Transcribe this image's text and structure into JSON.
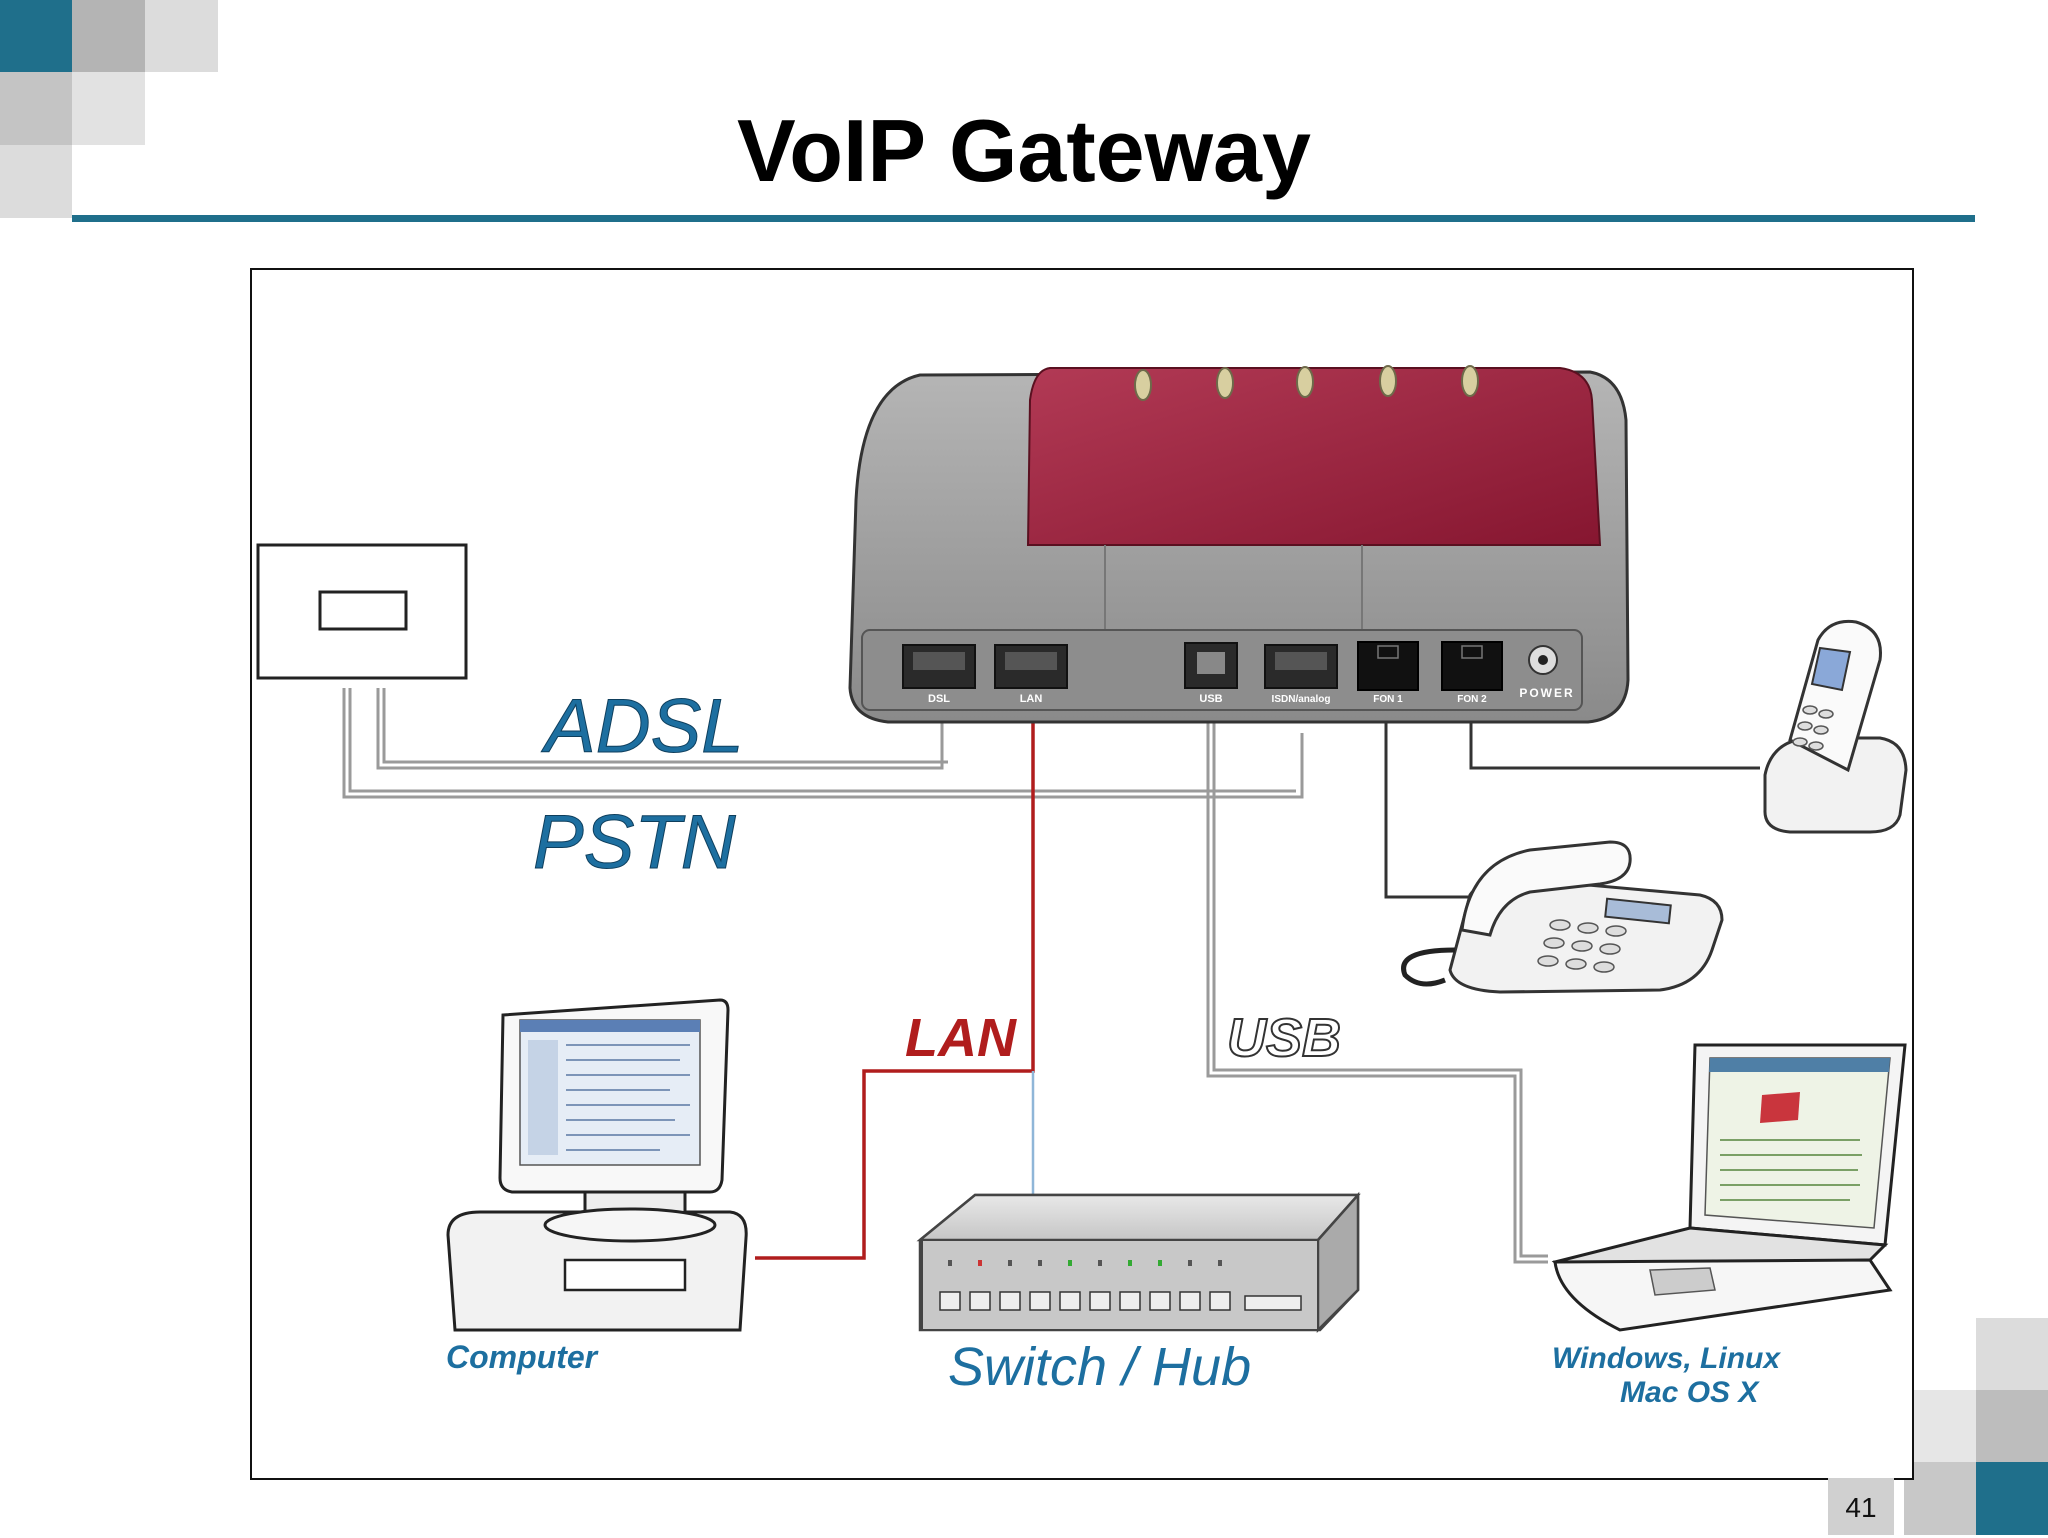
{
  "slide": {
    "title": "VoIP Gateway",
    "page_number": "41",
    "accent_color": "#1f6f8b"
  },
  "router": {
    "ports": [
      "DSL",
      "LAN",
      "USB",
      "ISDN/analog",
      "FON 1",
      "FON 2",
      "POWER"
    ]
  },
  "connections": {
    "adsl": "ADSL",
    "pstn": "PSTN",
    "lan": "LAN",
    "usb": "USB"
  },
  "devices": {
    "computer": "Computer",
    "switch": "Switch / Hub",
    "laptop_line1": "Windows, Linux",
    "laptop_line2": "Mac OS X"
  },
  "colors": {
    "router_top": "#9e1e3c",
    "router_body": "#9a9a9a",
    "label_blue": "#1d6fa0",
    "lan_red": "#b01d1d",
    "cable_gray": "#9a9a9a"
  },
  "icons": [
    "phone-wall-jack-icon",
    "cordless-phone-icon",
    "desk-phone-icon",
    "desktop-computer-icon",
    "network-switch-icon",
    "laptop-icon"
  ]
}
